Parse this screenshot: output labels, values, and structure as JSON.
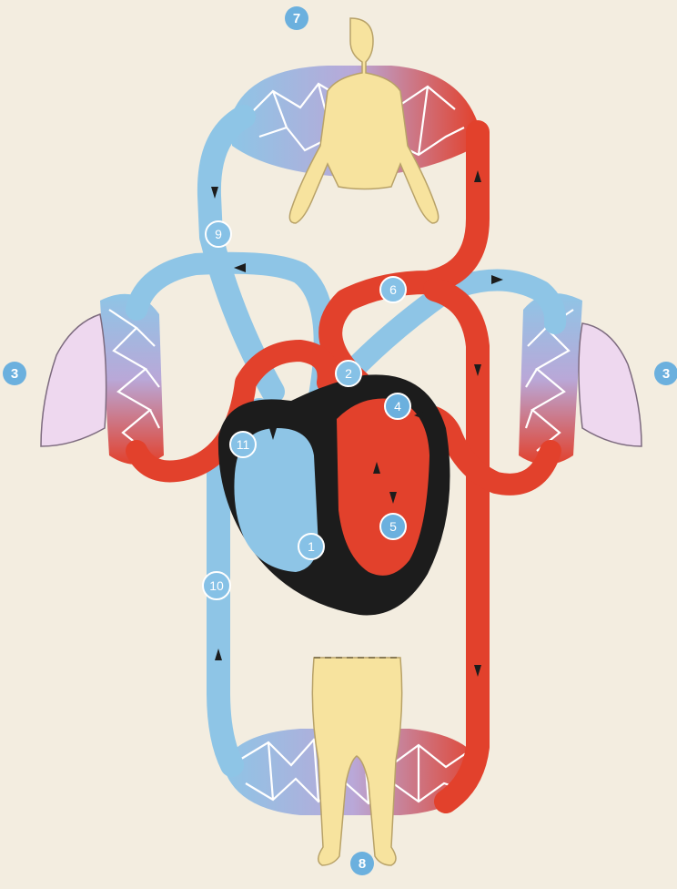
{
  "labels": {
    "l1": "1",
    "l2": "2",
    "l3_left": "3",
    "l3_right": "3",
    "l4": "4",
    "l5": "5",
    "l6": "6",
    "l7": "7",
    "l8": "8",
    "l9": "9",
    "l10": "10",
    "l11": "11"
  },
  "colors": {
    "background": "#f3ede0",
    "deoxygenated_blood": "#8ec5e6",
    "oxygenated_blood": "#e2412c",
    "heart_wall": "#1c1c1c",
    "lung": "#eed8ef",
    "body_silhouette": "#f7e39e",
    "label_badge": "#6bb0de"
  },
  "icons": {
    "heart": "heart-icon",
    "lungs": "lung-icon",
    "upper_body": "upper-body-silhouette",
    "lower_body": "lower-body-silhouette"
  }
}
